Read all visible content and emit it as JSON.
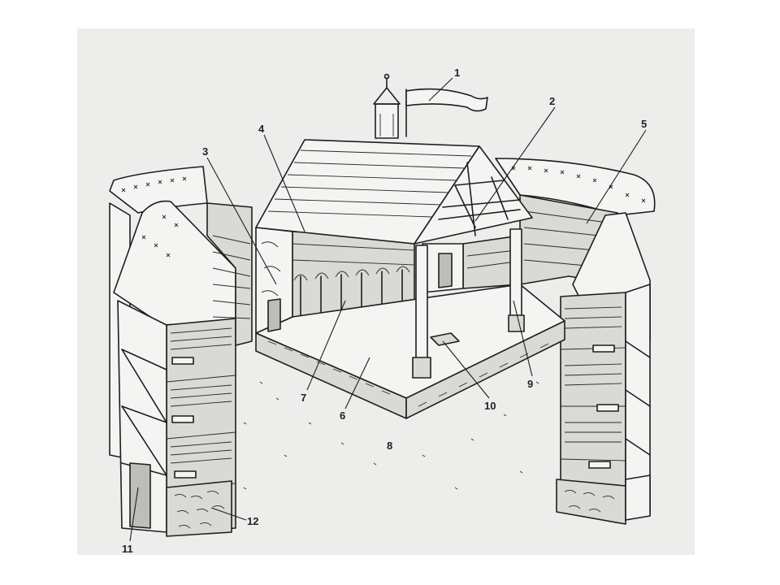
{
  "diagram": {
    "labels": [
      {
        "id": "1",
        "text": "1"
      },
      {
        "id": "2",
        "text": "2"
      },
      {
        "id": "3",
        "text": "3"
      },
      {
        "id": "4",
        "text": "4"
      },
      {
        "id": "5",
        "text": "5"
      },
      {
        "id": "6",
        "text": "6"
      },
      {
        "id": "7",
        "text": "7"
      },
      {
        "id": "8",
        "text": "8"
      },
      {
        "id": "9",
        "text": "9"
      },
      {
        "id": "10",
        "text": "10"
      },
      {
        "id": "11",
        "text": "11"
      },
      {
        "id": "12",
        "text": "12"
      }
    ]
  },
  "colors": {
    "ink": "#1e1e1e",
    "paper": "#ededeb",
    "background": "#ffffff"
  }
}
